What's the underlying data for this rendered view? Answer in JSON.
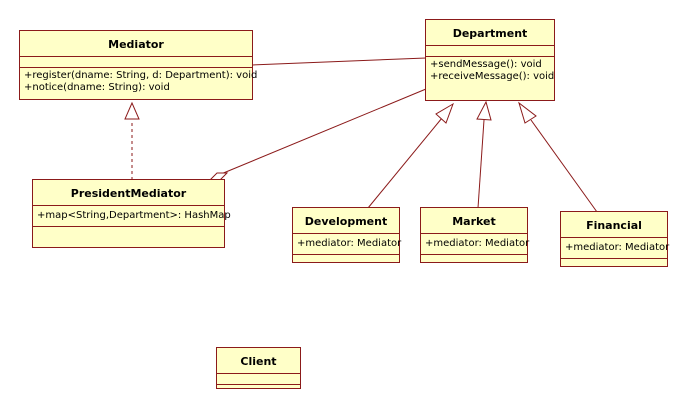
{
  "classes": {
    "mediator": {
      "name": "Mediator",
      "attributes": [],
      "operations": [
        "+register(dname: String, d: Department): void",
        "+notice(dname: String): void"
      ]
    },
    "department": {
      "name": "Department",
      "attributes": [],
      "operations": [
        "+sendMessage(): void",
        "+receiveMessage(): void"
      ]
    },
    "president_mediator": {
      "name": "PresidentMediator",
      "attributes": [
        "+map<String,Department>: HashMap"
      ],
      "operations": []
    },
    "development": {
      "name": "Development",
      "attributes": [
        "+mediator: Mediator"
      ],
      "operations": []
    },
    "market": {
      "name": "Market",
      "attributes": [
        "+mediator: Mediator"
      ],
      "operations": []
    },
    "financial": {
      "name": "Financial",
      "attributes": [
        "+mediator: Mediator"
      ],
      "operations": []
    },
    "client": {
      "name": "Client",
      "attributes": [],
      "operations": []
    }
  },
  "colors": {
    "line": "#8b1a1a",
    "class_fill": "#ffffc8"
  },
  "relationships": [
    {
      "type": "association",
      "from": "mediator",
      "to": "department"
    },
    {
      "type": "realization",
      "from": "president_mediator",
      "to": "mediator"
    },
    {
      "type": "aggregation",
      "from": "president_mediator",
      "to": "department"
    },
    {
      "type": "generalization",
      "from": "development",
      "to": "department"
    },
    {
      "type": "generalization",
      "from": "market",
      "to": "department"
    },
    {
      "type": "generalization",
      "from": "financial",
      "to": "department"
    }
  ]
}
